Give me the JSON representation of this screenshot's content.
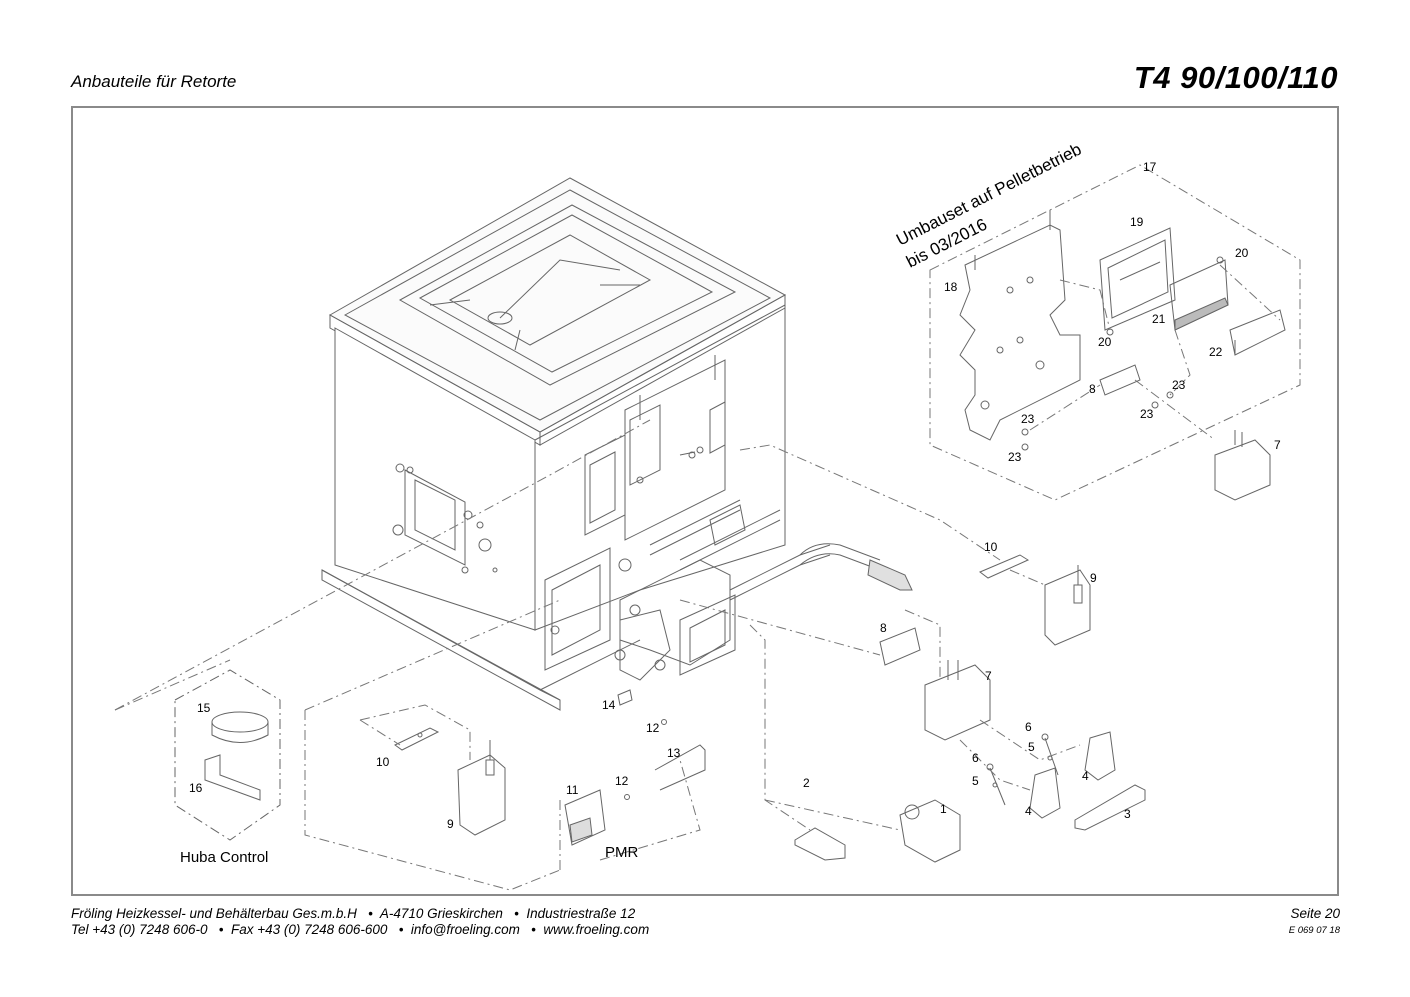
{
  "header": {
    "subtitle": "Anbauteile für Retorte",
    "title": "T4 90/100/110"
  },
  "diagram": {
    "retrofit_label_line1": "Umbauset auf Pelletbetrieb",
    "retrofit_label_line2": "bis 03/2016",
    "huba_label": "Huba Control",
    "pmr_label": "PMR",
    "part_numbers": {
      "p1": "1",
      "p2": "2",
      "p3": "3",
      "p4a": "4",
      "p4b": "4",
      "p5a": "5",
      "p5b": "5",
      "p6a": "6",
      "p6b": "6",
      "p7a": "7",
      "p7b": "7",
      "p8a": "8",
      "p8b": "8",
      "p9a": "9",
      "p9b": "9",
      "p10a": "10",
      "p10b": "10",
      "p11": "11",
      "p12a": "12",
      "p12b": "12",
      "p13": "13",
      "p14": "14",
      "p15": "15",
      "p16": "16",
      "p17": "17",
      "p18": "18",
      "p19": "19",
      "p20a": "20",
      "p20b": "20",
      "p21": "21",
      "p22": "22",
      "p23a": "23",
      "p23b": "23",
      "p23c": "23",
      "p23d": "23"
    }
  },
  "footer": {
    "line1": "Fröling Heizkessel- und Behälterbau Ges.m.b.H   •  A-4710 Grieskirchen   •  Industriestraße 12",
    "line2": "Tel +43 (0) 7248 606-0   •  Fax +43 (0) 7248 606-600   •  info@froeling.com   •  www.froeling.com",
    "page": "Seite 20",
    "code": "E 069 07 18"
  }
}
